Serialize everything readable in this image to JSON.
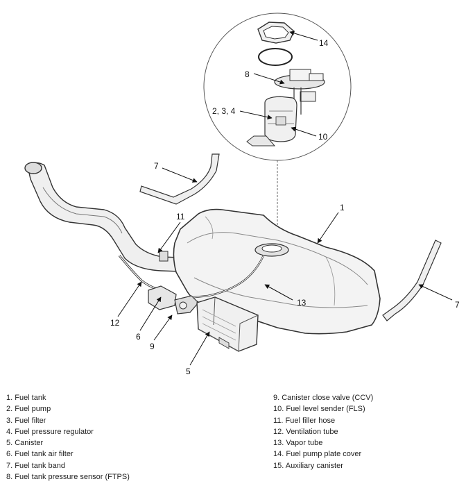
{
  "callouts": {
    "c14": "14",
    "c8": "8",
    "c234": "2, 3, 4",
    "c10": "10",
    "c7_top": "7",
    "c1": "1",
    "c11": "11",
    "c13": "13",
    "c12": "12",
    "c6": "6",
    "c9": "9",
    "c5": "5",
    "c7_right": "7"
  },
  "legend": {
    "left": [
      "1. Fuel tank",
      "2. Fuel pump",
      "3. Fuel filter",
      "4. Fuel pressure regulator",
      "5. Canister",
      "6. Fuel tank air filter",
      "7. Fuel tank band",
      "8. Fuel tank pressure sensor (FTPS)"
    ],
    "right": [
      "9. Canister close valve (CCV)",
      "10. Fuel level sender (FLS)",
      "11. Fuel filler hose",
      "12. Ventilation tube",
      "13. Vapor tube",
      "14. Fuel pump plate cover",
      "15. Auxiliary canister"
    ]
  },
  "colors": {
    "line": "#333333",
    "fill_light": "#f2f2f2",
    "fill_mid": "#dcdcdc"
  }
}
